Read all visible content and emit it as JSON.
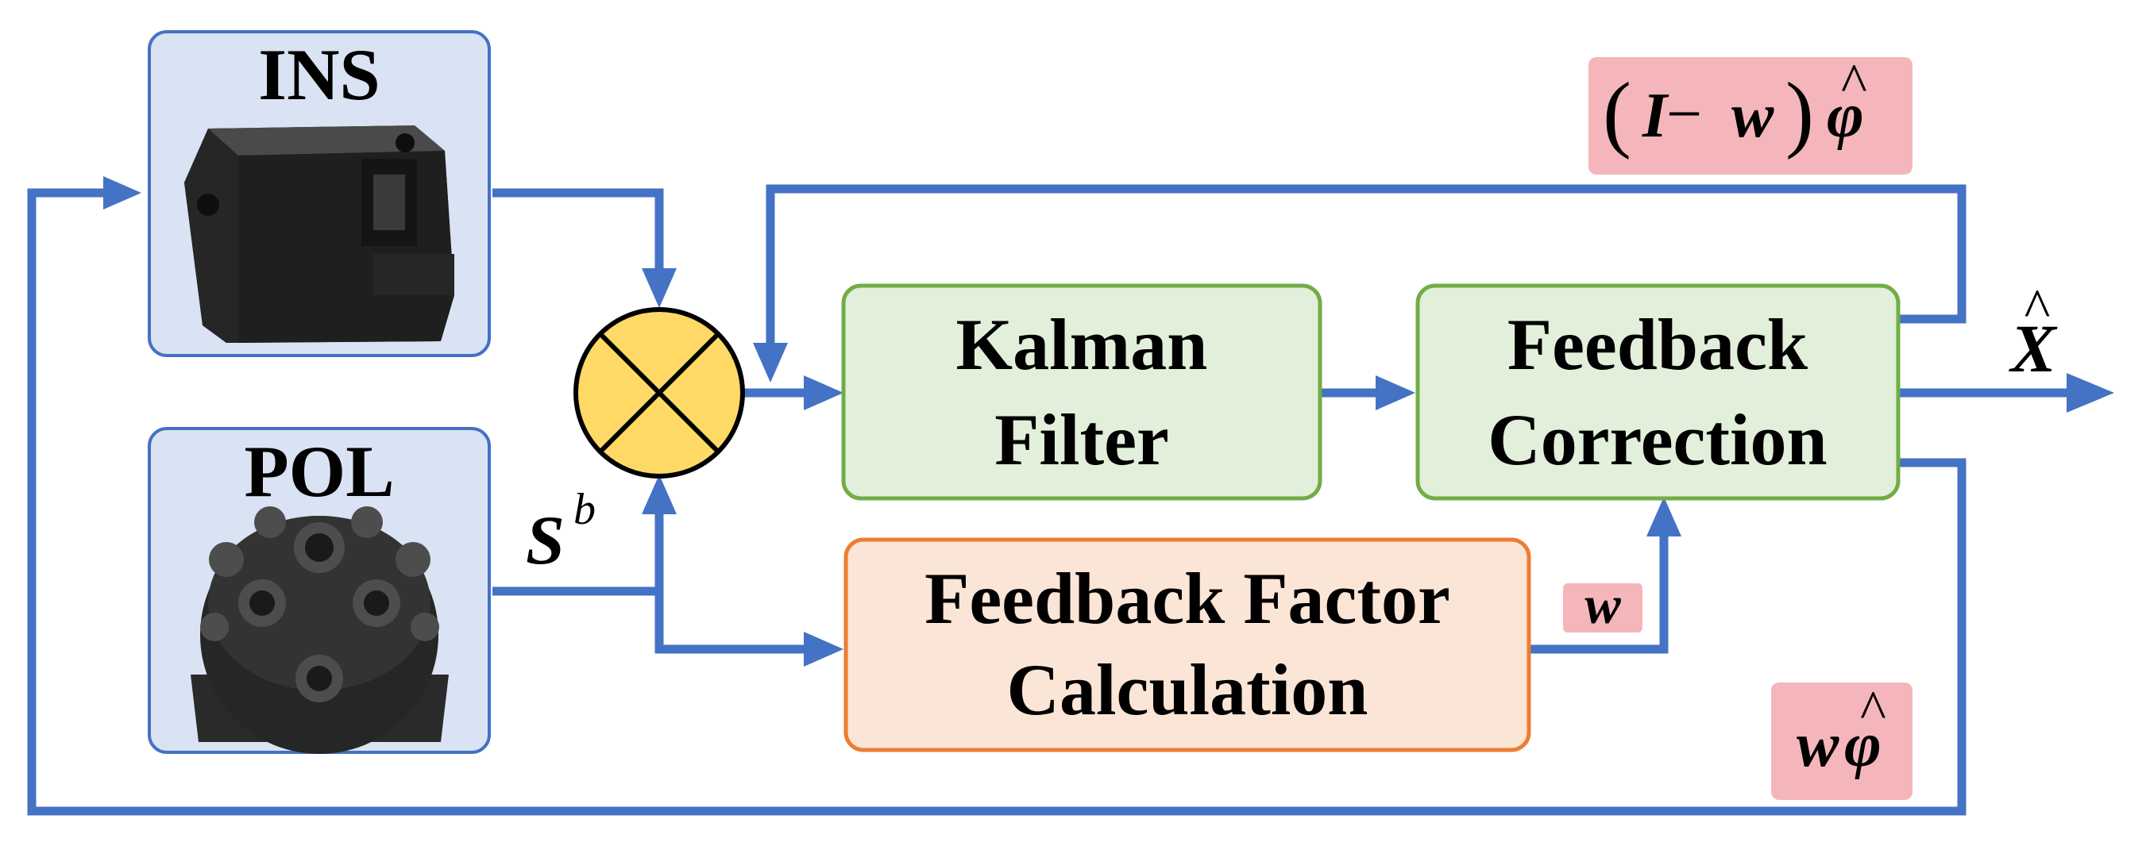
{
  "colors": {
    "arrow": "#4472C4",
    "sensor_fill": "#DAE3F3",
    "sensor_border": "#4472C4",
    "green_fill": "#E2EFDA",
    "green_border": "#70AD47",
    "orange_fill": "#FBE5D6",
    "orange_border": "#ED7D31",
    "label_fill": "#F4B6BA",
    "mixer_fill": "#FFD966"
  },
  "nodes": {
    "ins": {
      "title": "INS",
      "image": "ins-device-photo"
    },
    "pol": {
      "title": "POL",
      "image": "polarization-sensor-photo"
    },
    "mixer": {
      "symbol": "⊗"
    },
    "kalman": {
      "line1": "Kalman",
      "line2": "Filter"
    },
    "feedback_correction": {
      "line1": "Feedback",
      "line2": "Correction"
    },
    "feedback_factor": {
      "line1": "Feedback Factor",
      "line2": "Calculation"
    }
  },
  "labels": {
    "sb_base": "S",
    "sb_sup": "b",
    "w_label": "w",
    "i_minus_w_phi": {
      "open": "(",
      "I": "I",
      "minus": " − ",
      "w": "w",
      "close": ")",
      "phi": "φ",
      "hat": "^"
    },
    "w_phi": {
      "w": "w",
      "phi": "φ",
      "hat": "^"
    },
    "x_hat": {
      "x": "X",
      "hat": "^"
    }
  }
}
